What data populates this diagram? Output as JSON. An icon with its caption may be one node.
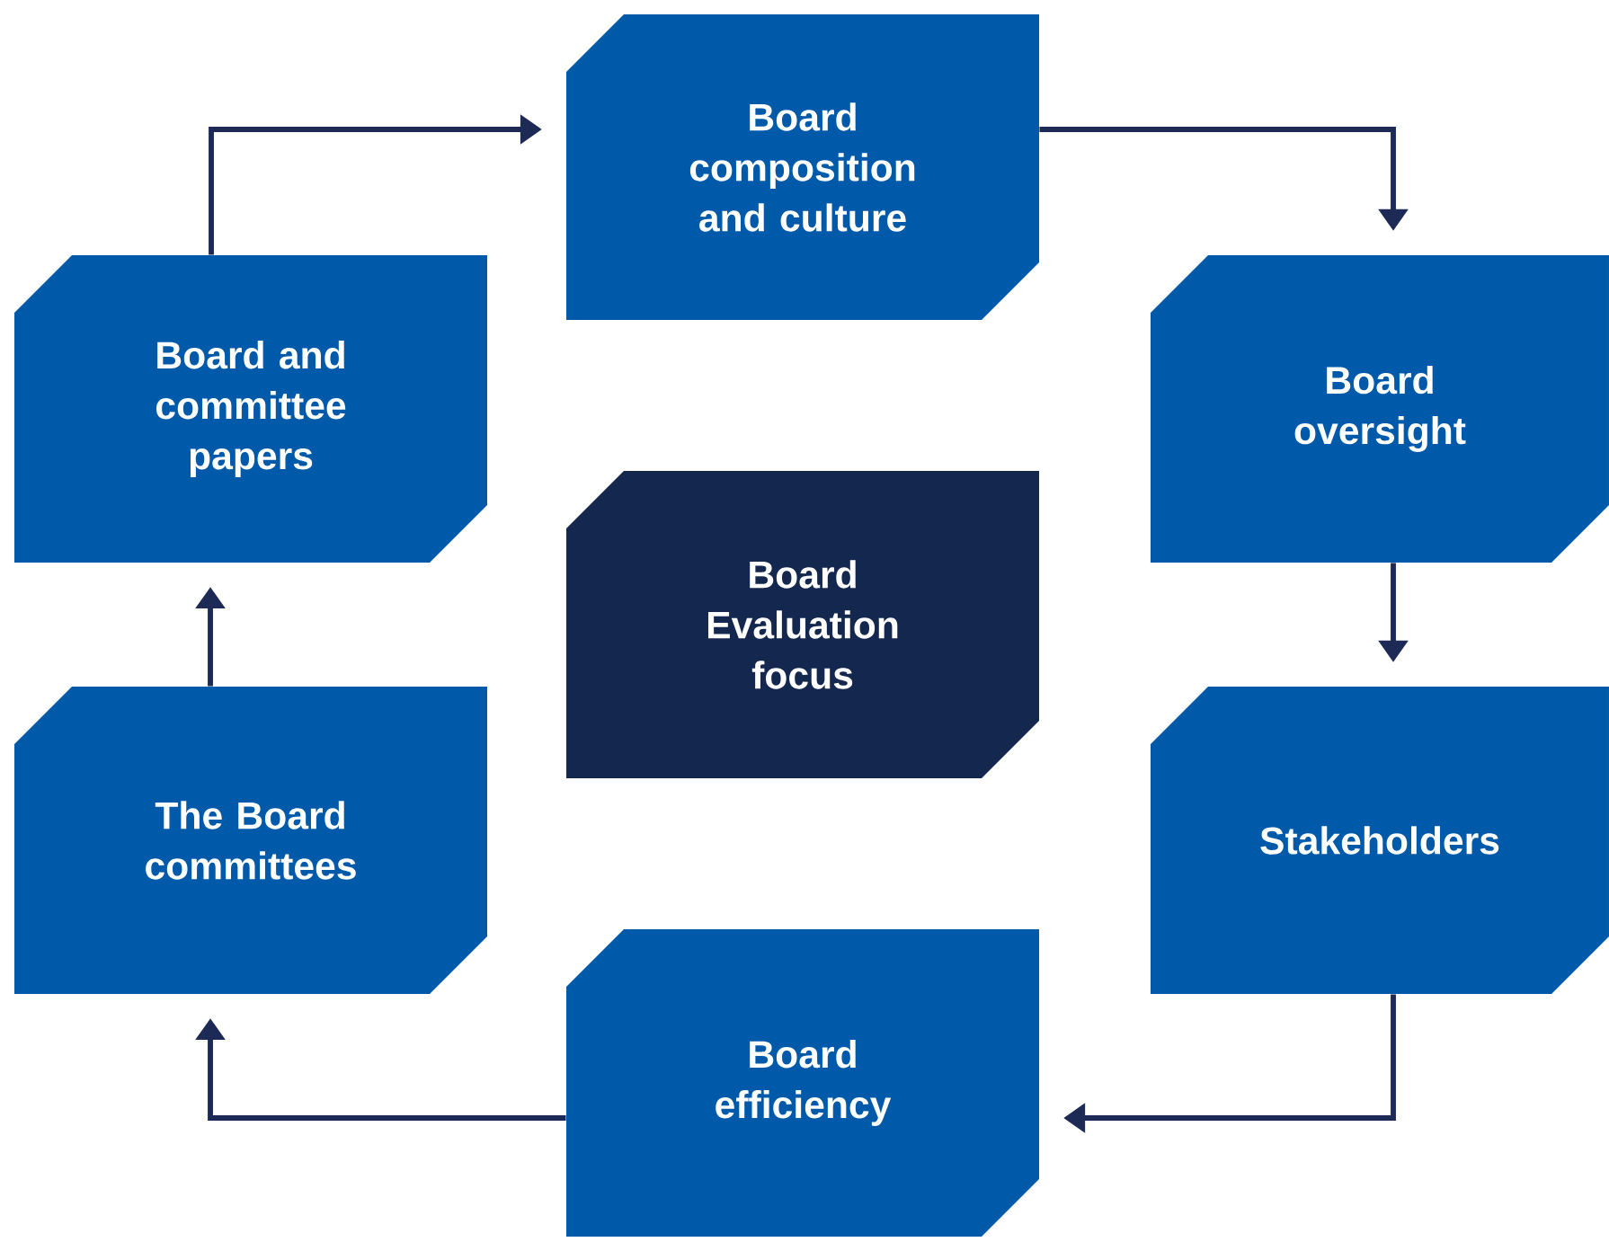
{
  "diagram": {
    "nodes": [
      {
        "text": [
          "Board composition and culture"
        ]
      },
      {
        "text": [
          "Board oversight"
        ]
      },
      {
        "text": [
          "Stakeholders"
        ]
      },
      {
        "text": [
          "Board efficiency"
        ]
      },
      {
        "text": [
          "The Board committees"
        ]
      },
      {
        "text": [
          "Board and committee papers"
        ]
      },
      {
        "text": [
          "Board Evaluation focus"
        ]
      }
    ],
    "edges": [
      {
        "from": 5,
        "to": 0,
        "arrow": "to"
      },
      {
        "from": 0,
        "to": 1,
        "arrow": "to"
      },
      {
        "from": 1,
        "to": 2,
        "arrow": "to"
      },
      {
        "from": 2,
        "to": 3,
        "arrow": "to"
      },
      {
        "from": 3,
        "to": 4,
        "arrow": "to"
      },
      {
        "from": 4,
        "to": 5,
        "arrow": "to"
      }
    ]
  }
}
